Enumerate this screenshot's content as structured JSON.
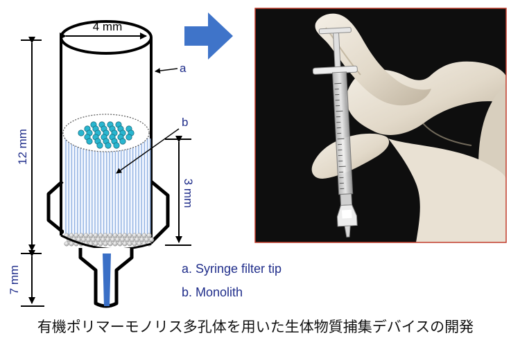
{
  "diagram": {
    "dimensions": {
      "width": "4 mm",
      "height_total": "12 mm",
      "monolith_height": "3 mm",
      "tip_height": "7 mm"
    },
    "labels": {
      "a": "a",
      "b": "b"
    },
    "legend": {
      "a": "a. Syringe filter tip",
      "b": "b.  Monolith"
    }
  },
  "photo": {
    "subject": "gloved-hand-holding-syringe"
  },
  "caption": "有機ポリマーモノリス多孔体を用いた生体物質捕集デバイスの開発",
  "colors": {
    "text_blue": "#1f2d8a",
    "arrow_blue": "#3f74c9",
    "pore_cyan": "#29b6d0",
    "line_blue": "#8fb0e0",
    "photo_border": "#c23a2a",
    "photo_bg": "#0b0b0b"
  }
}
